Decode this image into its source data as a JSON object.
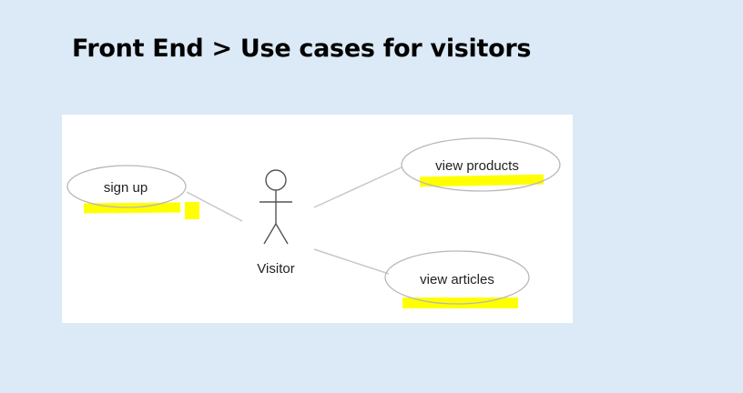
{
  "title": "Front End > Use cases for visitors",
  "diagram": {
    "actor": {
      "label": "Visitor",
      "icon": "stick-figure-icon"
    },
    "use_cases": [
      {
        "label": "sign up"
      },
      {
        "label": "view products"
      },
      {
        "label": "view articles"
      }
    ],
    "colors": {
      "highlight": "#ffff00",
      "line": "#c8c8c8",
      "ellipse_stroke": "#b8b8b8",
      "panel": "#ffffff",
      "background": "#dbeaf6"
    }
  }
}
